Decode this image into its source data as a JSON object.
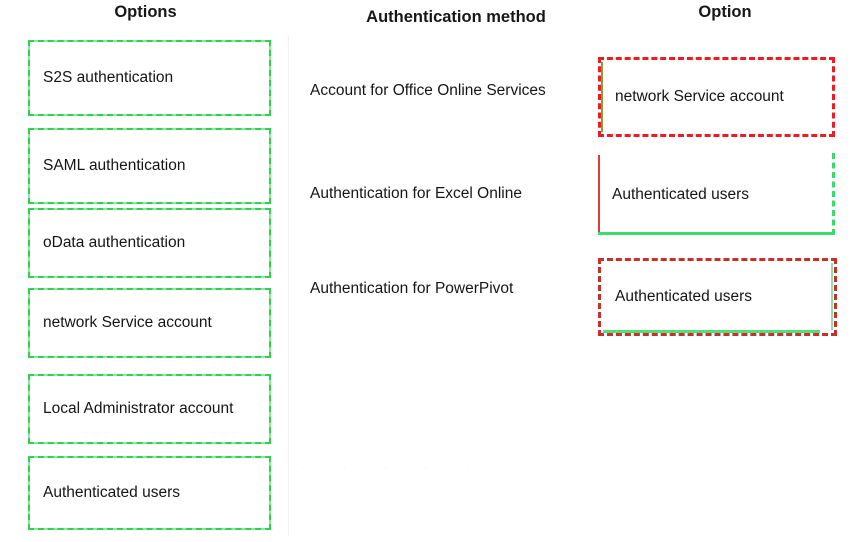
{
  "headers": {
    "options": "Options",
    "method": "Authentication method",
    "option": "Option"
  },
  "colors": {
    "option_border_green": "#2fd24f",
    "answer_border_red": "#ec1c24",
    "answer_border_green": "#3ddc6d",
    "divider_gray": "#f2f2f2",
    "text": "#151515",
    "background": "#ffffff"
  },
  "options_column": {
    "items": [
      {
        "label": "S2S authentication"
      },
      {
        "label": "SAML authentication"
      },
      {
        "label": "oData authentication"
      },
      {
        "label": "network Service account"
      },
      {
        "label": "Local Administrator account"
      },
      {
        "label": "Authenticated users"
      }
    ]
  },
  "answer_column": {
    "rows": [
      {
        "method": "Account for Office Online Services",
        "answer": "network Service account"
      },
      {
        "method": "Authentication for Excel Online",
        "answer": "Authenticated users"
      },
      {
        "method": "Authentication for PowerPivot",
        "answer": "Authenticated users"
      }
    ]
  },
  "watermark": "· · · · ·"
}
